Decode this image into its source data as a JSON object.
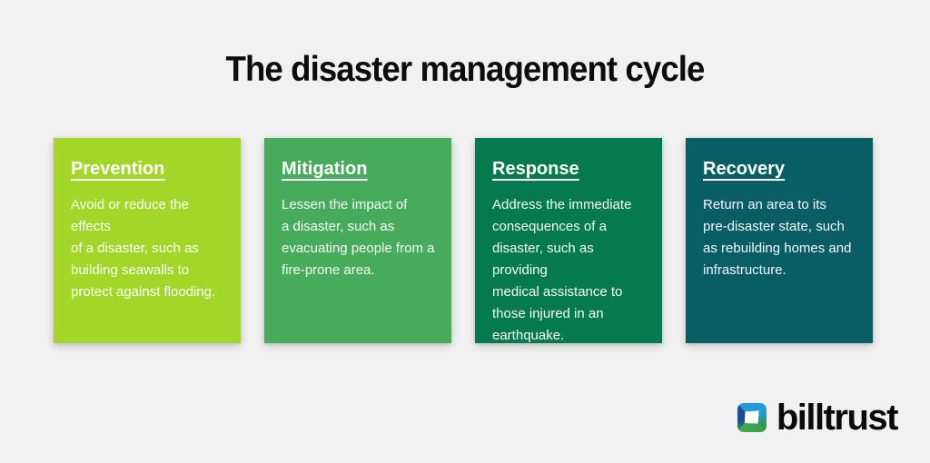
{
  "page": {
    "background": "#F1F1F2",
    "title": "The disaster management cycle"
  },
  "cards": [
    {
      "heading": "Prevention",
      "body": "Avoid or reduce the effects\nof a disaster, such as\nbuilding seawalls to\nprotect against flooding.",
      "color": "#A2D629"
    },
    {
      "heading": "Mitigation",
      "body": "Lessen the impact of\na disaster, such as\nevacuating people from a\nfire-prone area.",
      "color": "#46AB5A"
    },
    {
      "heading": "Response",
      "body": "Address the immediate\nconsequences of a\ndisaster, such as providing\nmedical assistance to\nthose injured in an\nearthquake.",
      "color": "#047A4E"
    },
    {
      "heading": "Recovery",
      "body": "Return an area to its\npre-disaster state, such\nas rebuilding homes and\ninfrastructure.",
      "color": "#095D64"
    }
  ],
  "logo": {
    "wordmark": "billtrust",
    "icon": "billtrust-square-icon",
    "icon_colors": {
      "light_blue": "#1E9CD7",
      "dark_blue": "#1D4F96",
      "green": "#43AD4C",
      "dark_green": "#1F8A44"
    }
  }
}
